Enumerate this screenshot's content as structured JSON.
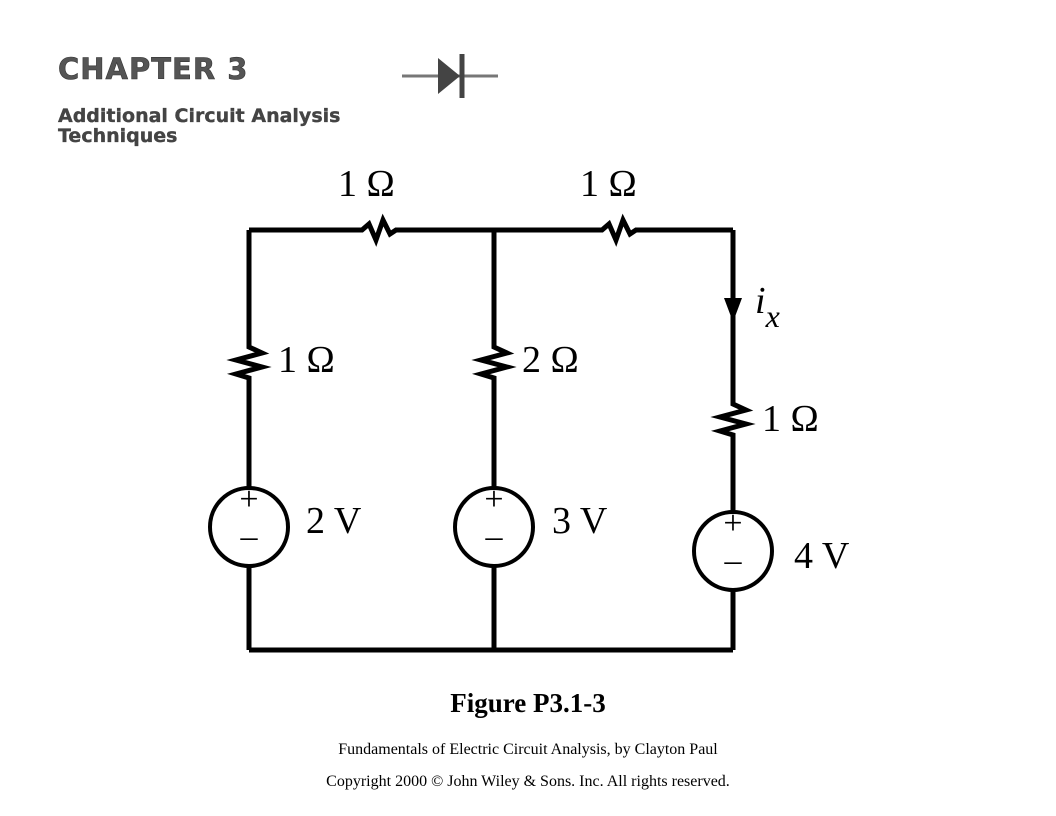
{
  "chapter": {
    "title": "CHAPTER 3",
    "subtitle_line1": "Additional Circuit Analysis",
    "subtitle_line2": "Techniques"
  },
  "circuit": {
    "top_left_resistor": "1 Ω",
    "top_right_resistor": "1 Ω",
    "left_resistor": "1 Ω",
    "middle_resistor": "2 Ω",
    "right_resistor": "1 Ω",
    "left_source": "2 V",
    "middle_source": "3 V",
    "right_source": "4 V",
    "current_label_main": "i",
    "current_label_sub": "x",
    "plus_sign": "+",
    "minus_sign": "–"
  },
  "caption": {
    "figure_title": "Figure P3.1-3",
    "credit": "Fundamentals of Electric Circuit Analysis, by Clayton Paul",
    "copyright": "Copyright 2000 © John Wiley & Sons. Inc. All rights reserved."
  },
  "colors": {
    "wire": "#000000",
    "banner_text": "#555555"
  },
  "icons": [
    "diode-icon"
  ]
}
